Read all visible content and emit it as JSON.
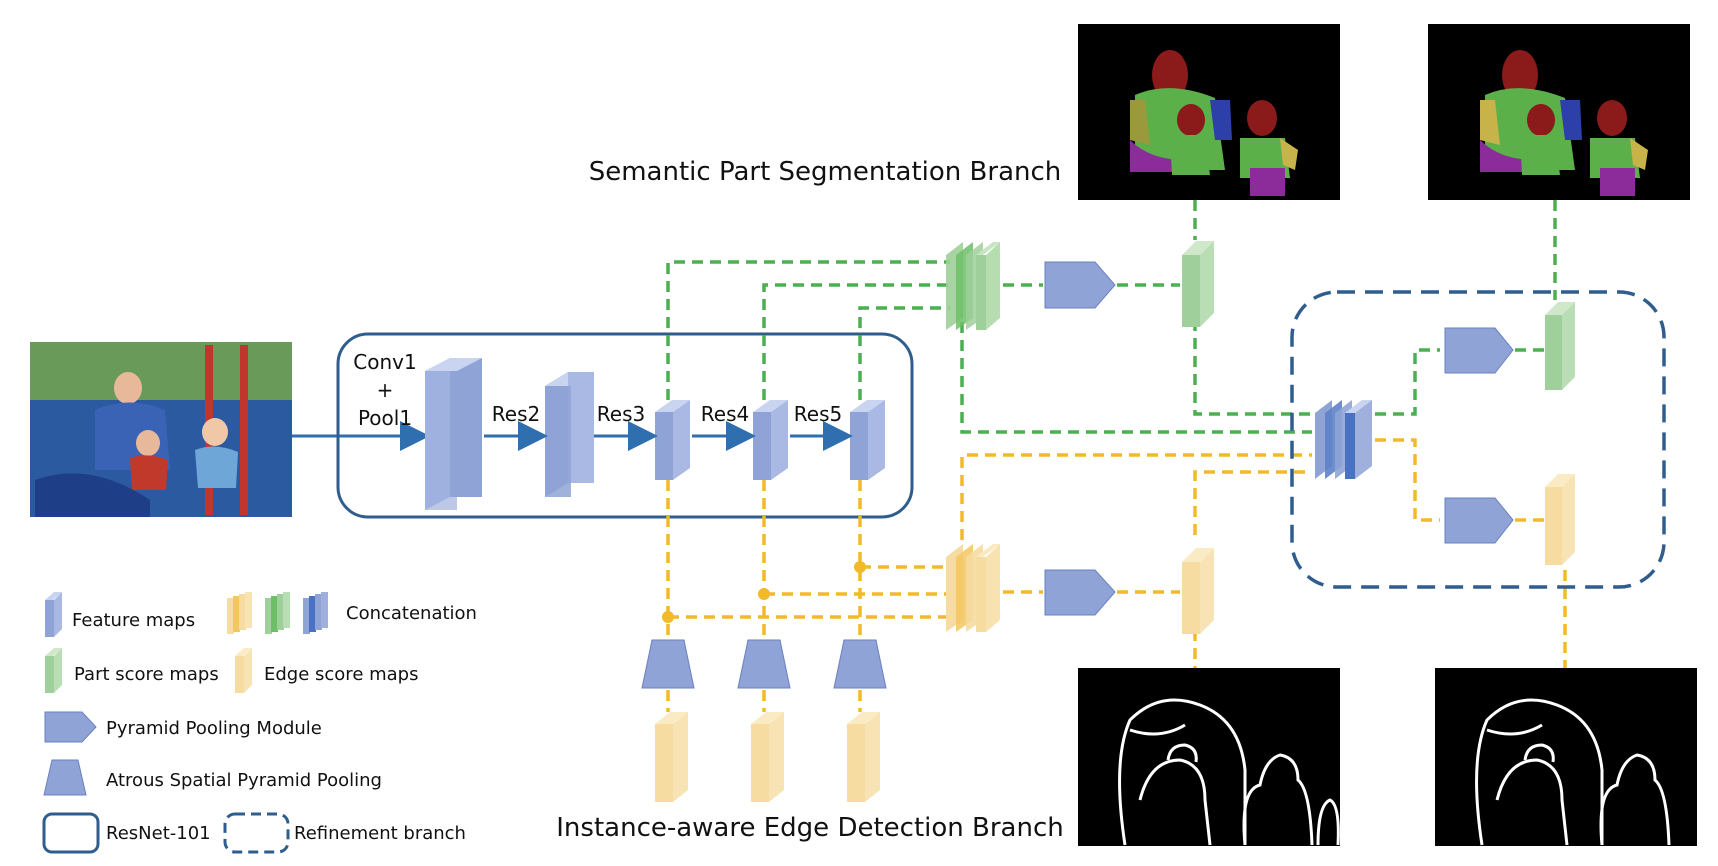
{
  "diagram": {
    "semantic_branch_title": "Semantic Part Segmentation Branch",
    "edge_branch_title": "Instance-aware Edge Detection Branch",
    "stages": {
      "conv1": "Conv1",
      "plus": "+",
      "pool1": "Pool1",
      "res2": "Res2",
      "res3": "Res3",
      "res4": "Res4",
      "res5": "Res5"
    },
    "legend": {
      "feature_maps": "Feature maps",
      "concatenation": "Concatenation",
      "part_score_maps": "Part score maps",
      "edge_score_maps": "Edge score maps",
      "ppm": "Pyramid Pooling Module",
      "aspp": "Atrous Spatial Pyramid Pooling",
      "resnet": "ResNet-101",
      "refinement": "Refinement branch"
    },
    "colors": {
      "feature_blue": "#8fa3d6",
      "frame_blue": "#2f5e8e",
      "green_line": "#4caf50",
      "green_map": "#9fcf9a",
      "yellow_line": "#f2b928",
      "yellow_map": "#f6dca0",
      "concat_blue": "#4a72c2"
    }
  }
}
